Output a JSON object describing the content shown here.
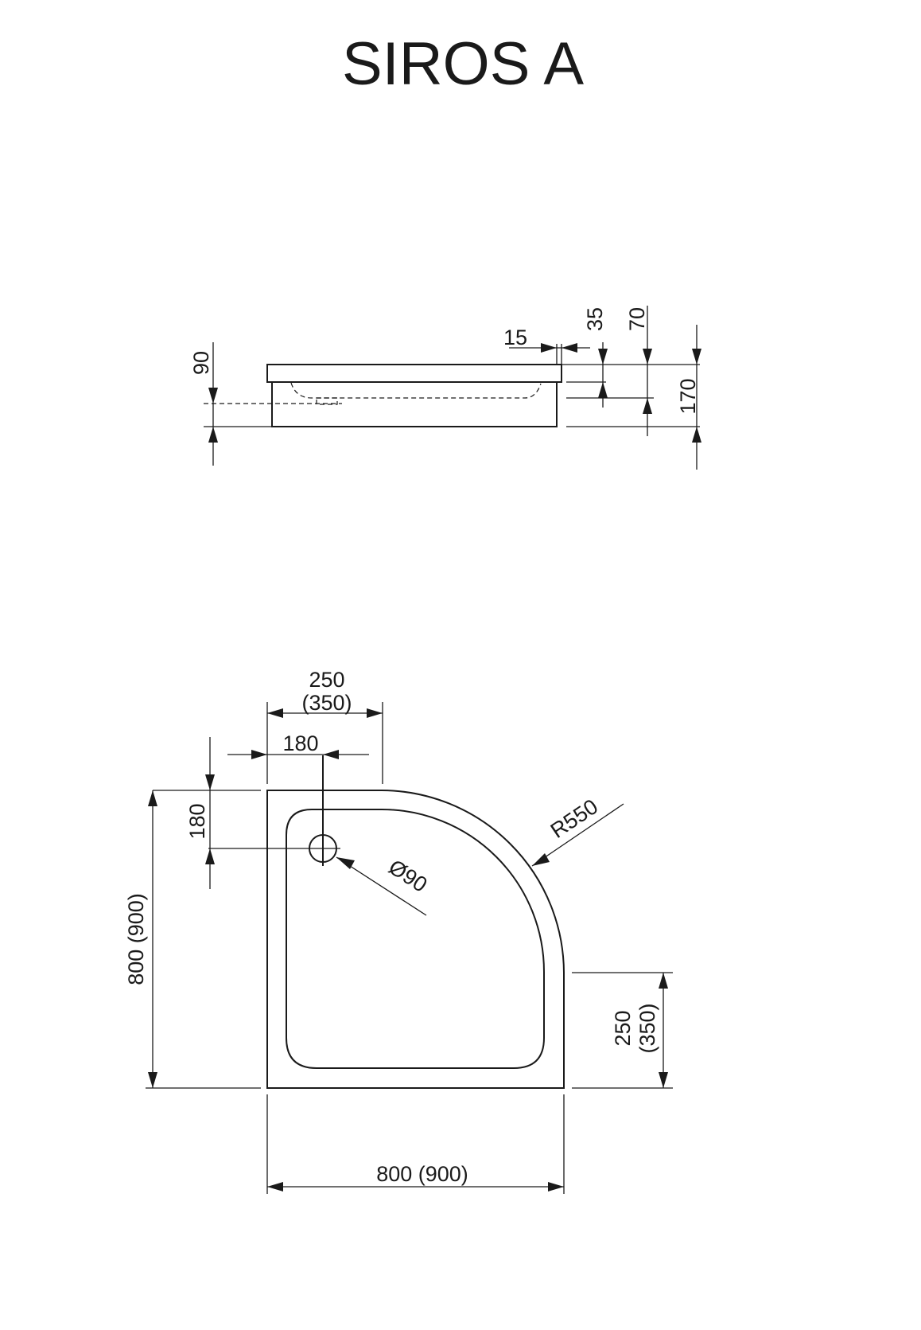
{
  "title": "SIROS A",
  "side_view": {
    "dim_15": "15",
    "dim_35": "35",
    "dim_70": "70",
    "dim_90": "90",
    "dim_170": "170"
  },
  "top_view": {
    "dim_250_top": "250",
    "dim_350_top": "(350)",
    "dim_180_h": "180",
    "dim_180_v": "180",
    "dim_r550": "R550",
    "dim_drain": "Ø90",
    "dim_800_left": "800 (900)",
    "dim_800_bottom": "800 (900)",
    "dim_250_right": "250",
    "dim_350_right": "(350)"
  }
}
